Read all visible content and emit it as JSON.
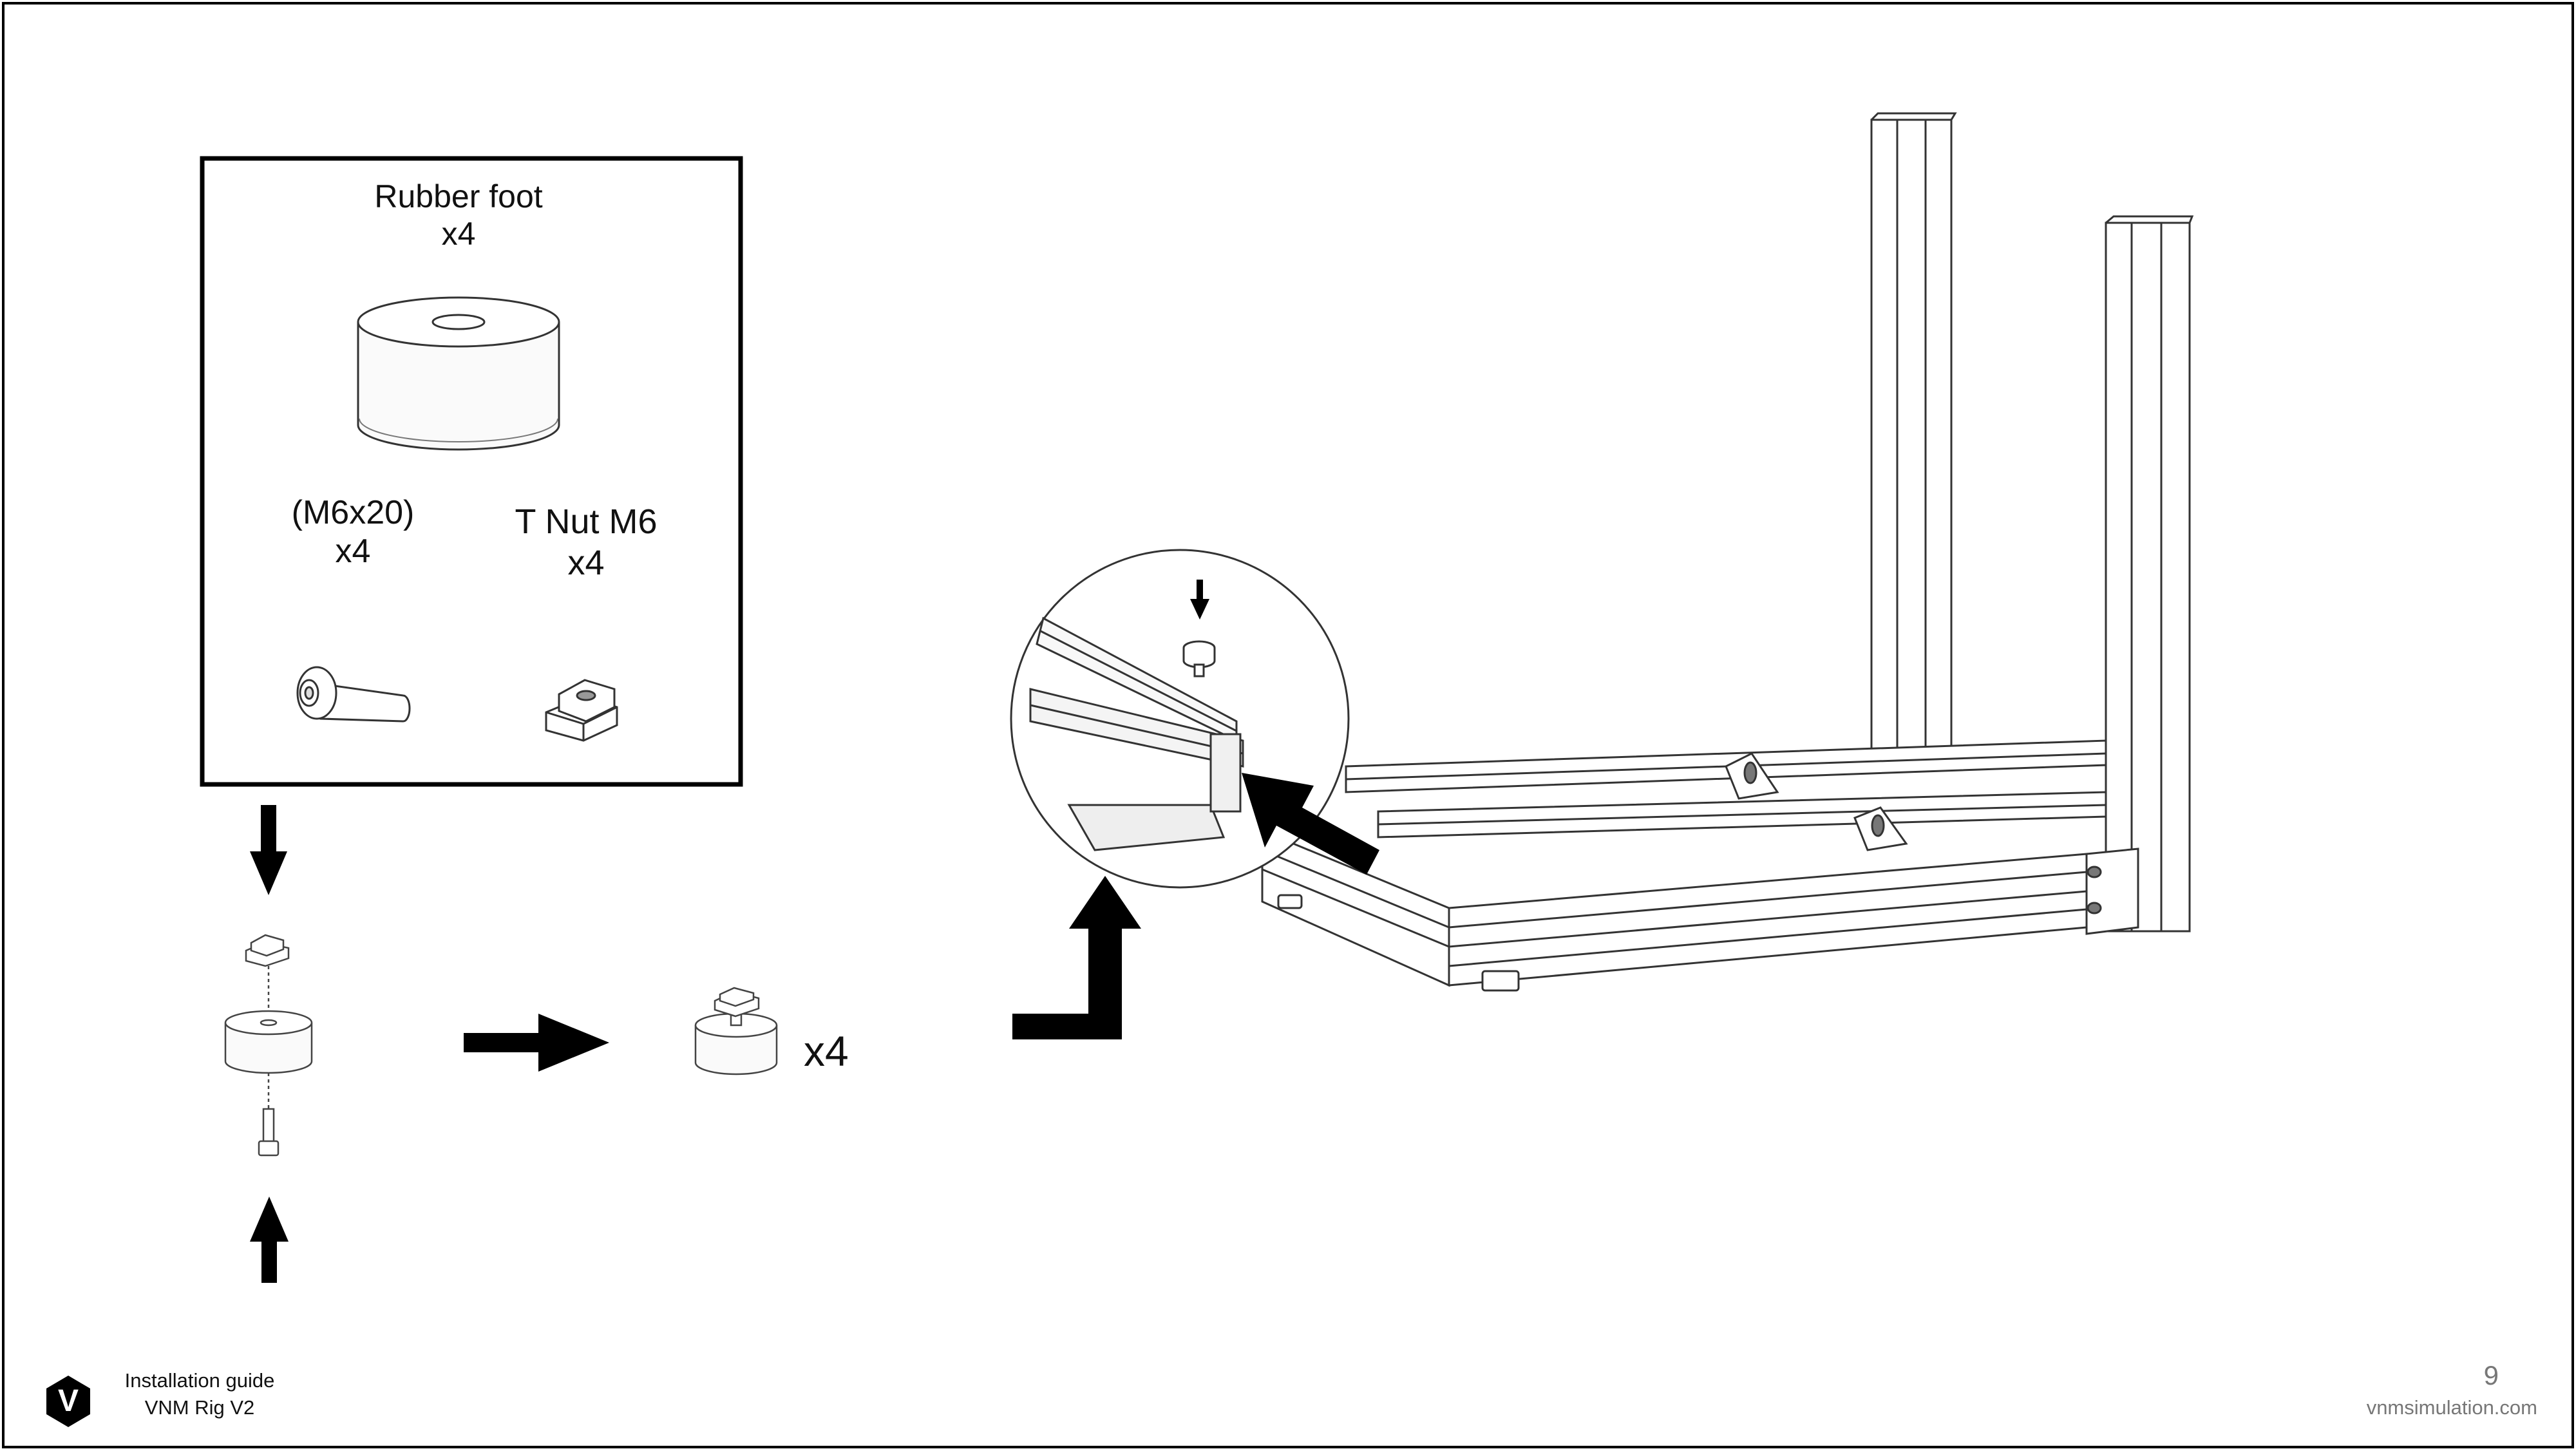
{
  "parts_box": {
    "rubber_foot": {
      "name": "Rubber foot",
      "qty": "x4"
    },
    "bolt": {
      "name": "(M6x20)",
      "qty": "x4"
    },
    "t_nut": {
      "name": "T Nut M6",
      "qty": "x4"
    }
  },
  "assembly": {
    "result_qty": "x4"
  },
  "footer": {
    "guide_title": "Installation guide",
    "product": "VNM Rig V2",
    "logo_letter": "V",
    "page_number": "9",
    "website": "vnmsimulation.com"
  }
}
